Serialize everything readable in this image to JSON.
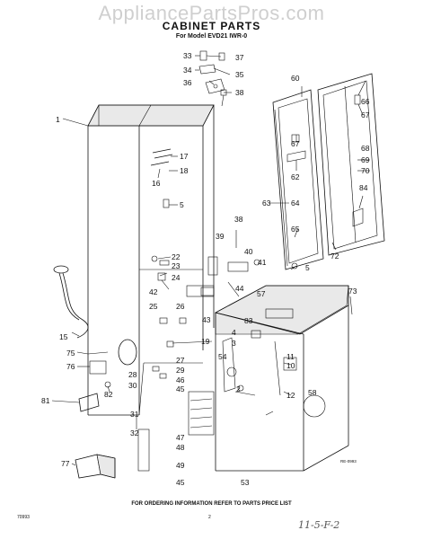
{
  "watermark": "AppliancePartsPros.com",
  "title": "CABINET PARTS",
  "subtitle": "For Model EVD21 IWR-0",
  "footer": "FOR ORDERING INFORMATION REFER TO PARTS PRICE LIST",
  "code_left": "70993",
  "page_number": "2",
  "ref_code": "RE-0993",
  "handwriting": "11-5-F-2",
  "callouts": [
    {
      "id": "c1",
      "label": "1"
    },
    {
      "id": "c2",
      "label": "2"
    },
    {
      "id": "c3",
      "label": "3"
    },
    {
      "id": "c4",
      "label": "4"
    },
    {
      "id": "c5a",
      "label": "5"
    },
    {
      "id": "c5b",
      "label": "5"
    },
    {
      "id": "c10",
      "label": "10"
    },
    {
      "id": "c11",
      "label": "11"
    },
    {
      "id": "c12",
      "label": "12"
    },
    {
      "id": "c15",
      "label": "15"
    },
    {
      "id": "c16",
      "label": "16"
    },
    {
      "id": "c17",
      "label": "17"
    },
    {
      "id": "c18",
      "label": "18"
    },
    {
      "id": "c19",
      "label": "19"
    },
    {
      "id": "c22",
      "label": "22"
    },
    {
      "id": "c23",
      "label": "23"
    },
    {
      "id": "c24",
      "label": "24"
    },
    {
      "id": "c25",
      "label": "25"
    },
    {
      "id": "c26",
      "label": "26"
    },
    {
      "id": "c27",
      "label": "27"
    },
    {
      "id": "c28",
      "label": "28"
    },
    {
      "id": "c29",
      "label": "29"
    },
    {
      "id": "c30",
      "label": "30"
    },
    {
      "id": "c31",
      "label": "31"
    },
    {
      "id": "c32",
      "label": "32"
    },
    {
      "id": "c33",
      "label": "33"
    },
    {
      "id": "c34",
      "label": "34"
    },
    {
      "id": "c35",
      "label": "35"
    },
    {
      "id": "c36",
      "label": "36"
    },
    {
      "id": "c37",
      "label": "37"
    },
    {
      "id": "c38a",
      "label": "38"
    },
    {
      "id": "c38b",
      "label": "38"
    },
    {
      "id": "c39",
      "label": "39"
    },
    {
      "id": "c40",
      "label": "40"
    },
    {
      "id": "c41",
      "label": "41"
    },
    {
      "id": "c42",
      "label": "42"
    },
    {
      "id": "c43",
      "label": "43"
    },
    {
      "id": "c44",
      "label": "44"
    },
    {
      "id": "c45a",
      "label": "45"
    },
    {
      "id": "c45b",
      "label": "45"
    },
    {
      "id": "c46",
      "label": "46"
    },
    {
      "id": "c47",
      "label": "47"
    },
    {
      "id": "c48",
      "label": "48"
    },
    {
      "id": "c49",
      "label": "49"
    },
    {
      "id": "c53",
      "label": "53"
    },
    {
      "id": "c54",
      "label": "54"
    },
    {
      "id": "c57",
      "label": "57"
    },
    {
      "id": "c58",
      "label": "58"
    },
    {
      "id": "c60",
      "label": "60"
    },
    {
      "id": "c62",
      "label": "62"
    },
    {
      "id": "c63",
      "label": "63"
    },
    {
      "id": "c64",
      "label": "64"
    },
    {
      "id": "c65",
      "label": "65"
    },
    {
      "id": "c66",
      "label": "66"
    },
    {
      "id": "c67a",
      "label": "67"
    },
    {
      "id": "c67b",
      "label": "67"
    },
    {
      "id": "c68",
      "label": "68"
    },
    {
      "id": "c69",
      "label": "69"
    },
    {
      "id": "c70",
      "label": "70"
    },
    {
      "id": "c72",
      "label": "72"
    },
    {
      "id": "c73",
      "label": "73"
    },
    {
      "id": "c75",
      "label": "75"
    },
    {
      "id": "c76",
      "label": "76"
    },
    {
      "id": "c77",
      "label": "77"
    },
    {
      "id": "c81",
      "label": "81"
    },
    {
      "id": "c82",
      "label": "82"
    },
    {
      "id": "c83",
      "label": "83"
    },
    {
      "id": "c84",
      "label": "84"
    }
  ]
}
